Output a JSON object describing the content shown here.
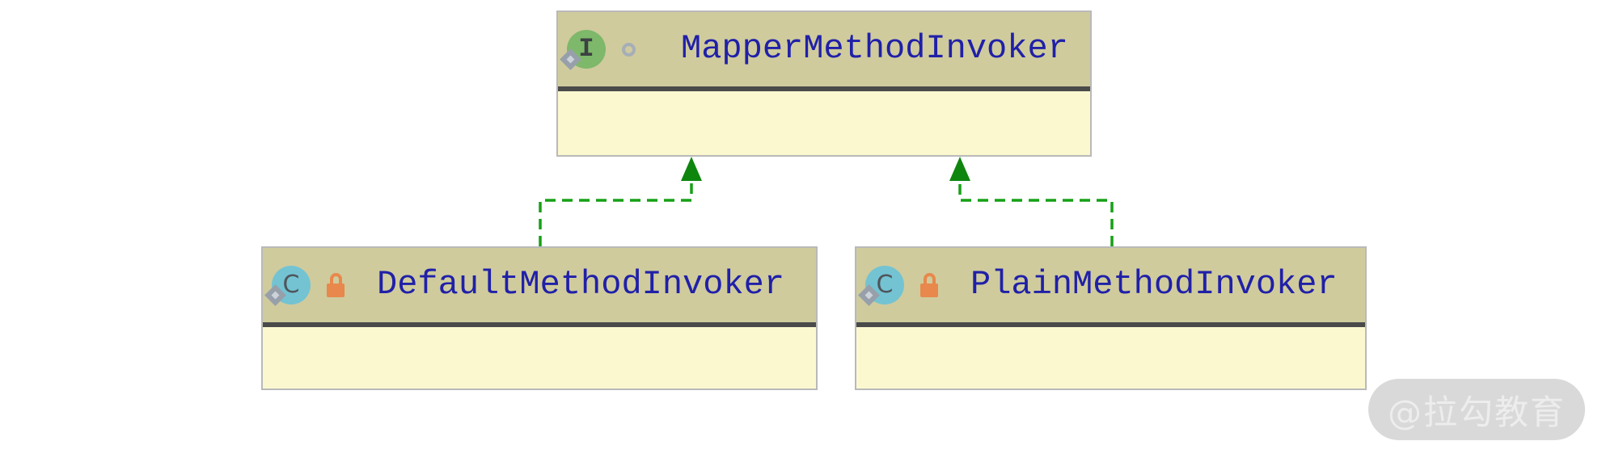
{
  "diagram": {
    "type": "uml-class-diagram",
    "nodes": [
      {
        "name": "MapperMethodInvoker",
        "kind": "interface",
        "icon_letter": "I",
        "icon": "interface-icon",
        "modifier_icon": "ring-icon",
        "badge_icon": "diamond-badge-icon"
      },
      {
        "name": "DefaultMethodInvoker",
        "kind": "class",
        "icon_letter": "C",
        "icon": "class-icon",
        "modifier_icon": "lock-icon",
        "badge_icon": "diamond-badge-icon"
      },
      {
        "name": "PlainMethodInvoker",
        "kind": "class",
        "icon_letter": "C",
        "icon": "class-icon",
        "modifier_icon": "lock-icon",
        "badge_icon": "diamond-badge-icon"
      }
    ],
    "edges": [
      {
        "from": "DefaultMethodInvoker",
        "to": "MapperMethodInvoker",
        "type": "implements",
        "style": "green-dashed-solid-triangle"
      },
      {
        "from": "PlainMethodInvoker",
        "to": "MapperMethodInvoker",
        "type": "implements",
        "style": "green-dashed-solid-triangle"
      }
    ],
    "colors": {
      "node_header_bg": "#cfcb9d",
      "node_body_bg": "#fbf8d0",
      "node_border": "#b9b9b9",
      "node_separator": "#4a4a4a",
      "title_text": "#2020a8",
      "interface_icon_bg": "#7eb86a",
      "class_icon_bg": "#73c3d3",
      "lock_icon": "#e8884c",
      "edge_dash": "#16a016",
      "edge_arrowhead": "#0e860e",
      "watermark_bg": "#d9d9d9"
    }
  },
  "watermark": {
    "text": "@拉勾教育"
  }
}
